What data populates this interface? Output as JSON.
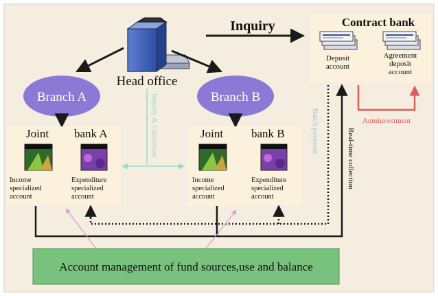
{
  "labels": {
    "inquiry": "Inquiry",
    "head_office": "Head office",
    "contract_bank": "Contract bank",
    "deposit_line1": "Deposit",
    "deposit_line2": "account",
    "agreement_line1": "Agreement",
    "agreement_line2": "deposit",
    "agreement_line3": "account",
    "branch_a": "Branch A",
    "branch_b": "Branch B",
    "joint_a": "Joint",
    "bank_a": "bank A",
    "joint_b": "Joint",
    "bank_b": "bank B",
    "income_a_1": "Income",
    "income_a_2": "specialized",
    "income_a_3": "account",
    "expenditure_a_1": "Expenditure",
    "expenditure_a_2": "specialized",
    "expenditure_a_3": "account",
    "income_b_1": "Income",
    "income_b_2": "specialized",
    "income_b_3": "account",
    "expenditure_b_1": "Expenditure",
    "expenditure_b_2": "specialized",
    "expenditure_b_3": "account",
    "inquiry_collection": "Inquiry & Collection",
    "batch_payment": "Batch payment",
    "realtime_collection": "Real-time collection",
    "autoinvestment": "Autoiuvestmeut",
    "account_management": "Account management of fund sources,use and balance"
  },
  "colors": {
    "frame_bg": "#f4ede0",
    "panel_bg": "#fbf1dc",
    "branch_ellipse": "#8a7ad6",
    "management_box": "#79c27e",
    "autoinvest_red": "#e35a5a",
    "inquiry_green": "#9ed8c9",
    "batch_blue": "#8fc8e6",
    "pink_arrow": "#d99ad6"
  }
}
